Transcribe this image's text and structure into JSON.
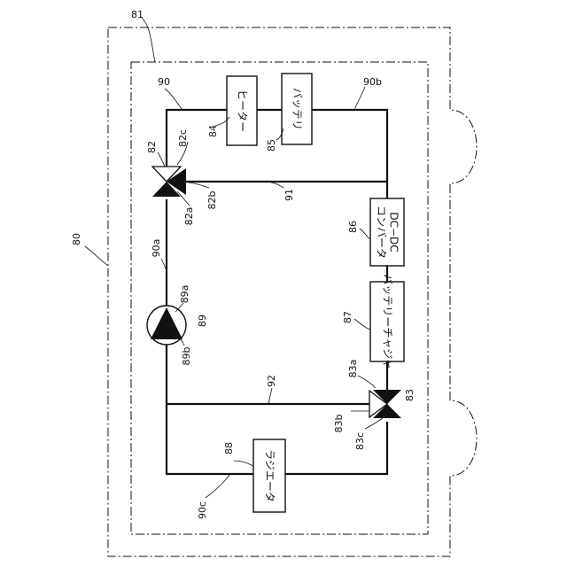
{
  "refs": {
    "outer": "80",
    "inner": "81",
    "valve_top": "82",
    "valve_top_a": "82a",
    "valve_top_b": "82b",
    "valve_top_c": "82c",
    "valve_bot": "83",
    "valve_bot_a": "83a",
    "valve_bot_b": "83b",
    "valve_bot_c": "83c",
    "heater": "84",
    "battery": "85",
    "dcdc": "86",
    "charger": "87",
    "radiator": "88",
    "pump": "89",
    "pump_a": "89a",
    "pump_b": "89b",
    "pipe_90": "90",
    "pipe_90a": "90a",
    "pipe_90b": "90b",
    "pipe_90c": "90c",
    "pipe_91": "91",
    "pipe_92": "92"
  },
  "components": {
    "heater": "ヒーター",
    "battery": "バッテリ",
    "dcdc_line1": "DC−DC",
    "dcdc_line2": "コンバータ",
    "charger": "バッテリーチャジャ",
    "radiator": "ラジエータ"
  }
}
